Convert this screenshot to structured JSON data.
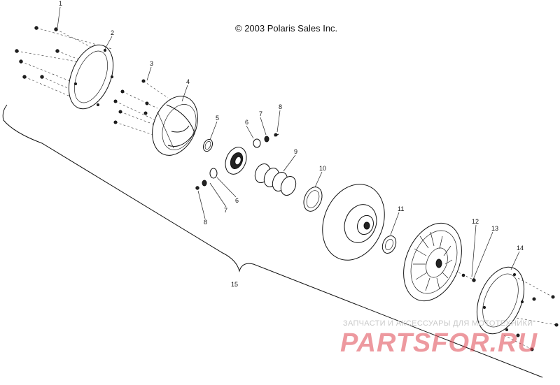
{
  "copyright": "© 2003 Polaris Sales Inc.",
  "callouts": [
    "1",
    "2",
    "3",
    "4",
    "5",
    "6",
    "7",
    "8",
    "9",
    "10",
    "11",
    "12",
    "13",
    "14",
    "15",
    "6",
    "7",
    "8"
  ],
  "watermark": {
    "subtitle": "ЗАПЧАСТИ И АКСЕССУАРЫ ДЛЯ МОТОТЕХНИКИ",
    "brand": "PARTSFOR.RU"
  }
}
